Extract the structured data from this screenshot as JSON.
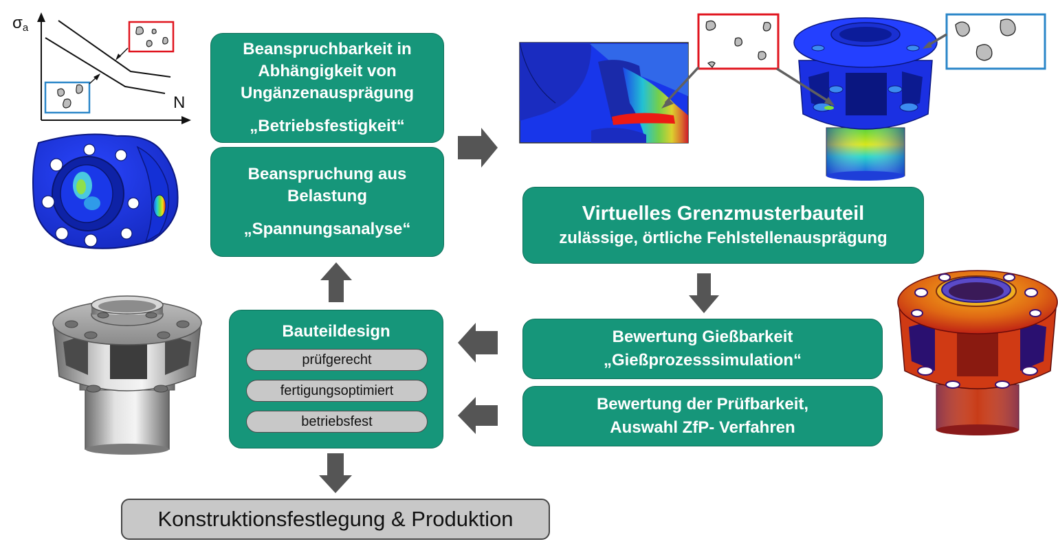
{
  "graph": {
    "y_label": "σ",
    "y_sub": "a",
    "x_label": "N"
  },
  "box_beanspruchbarkeit": {
    "lines": [
      "Beanspruchbarkeit in",
      "Abhängigkeit von",
      "Ungänzenausprägung",
      "„Betriebsfestigkeit“"
    ]
  },
  "box_beanspruchung": {
    "lines": [
      "Beanspruchung aus",
      "Belastung",
      "„Spannungsanalyse“"
    ]
  },
  "box_grenzmuster": {
    "title": "Virtuelles Grenzmusterbauteil",
    "subtitle": "zulässige, örtliche Fehlstellenausprägung"
  },
  "box_giessbarkeit": {
    "lines": [
      "Bewertung Gießbarkeit",
      "„Gießprozesssimulation“"
    ]
  },
  "box_pruefbarkeit": {
    "lines": [
      "Bewertung der Prüfbarkeit,",
      "Auswahl ZfP- Verfahren"
    ]
  },
  "box_bauteildesign": {
    "title": "Bauteildesign",
    "pills": [
      "prüfgerecht",
      "fertigungsoptimiert",
      "betriebsfest"
    ]
  },
  "box_final": {
    "label": "Konstruktionsfestlegung & Produktion"
  },
  "colors": {
    "box_green": "#16967a",
    "arrow_gray": "#555555",
    "defect_red": "#e0141e",
    "defect_blue": "#2a86c8",
    "fem_blue": "#1b2fe0",
    "pill_gray": "#c8c8c8"
  }
}
